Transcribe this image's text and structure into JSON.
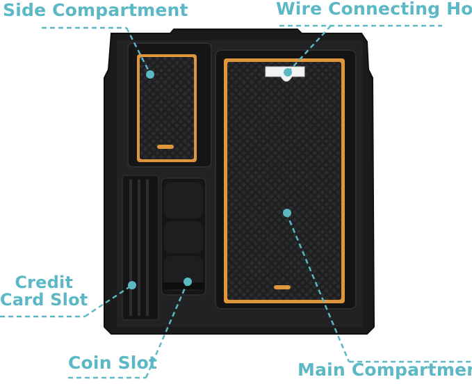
{
  "labels": {
    "side_compartment": "Side Compartment",
    "wire_connecting_hole": "Wire Connecting Hole",
    "credit_card_slot_line1": "Credit",
    "credit_card_slot_line2": "Card Slot",
    "coin_slot": "Coin Slot",
    "main_compartment": "Main Compartment"
  },
  "colors": {
    "label_teal": "#5bb8c4",
    "tray_black": "#1c1c1c",
    "mat_border_orange": "#e0963a"
  }
}
